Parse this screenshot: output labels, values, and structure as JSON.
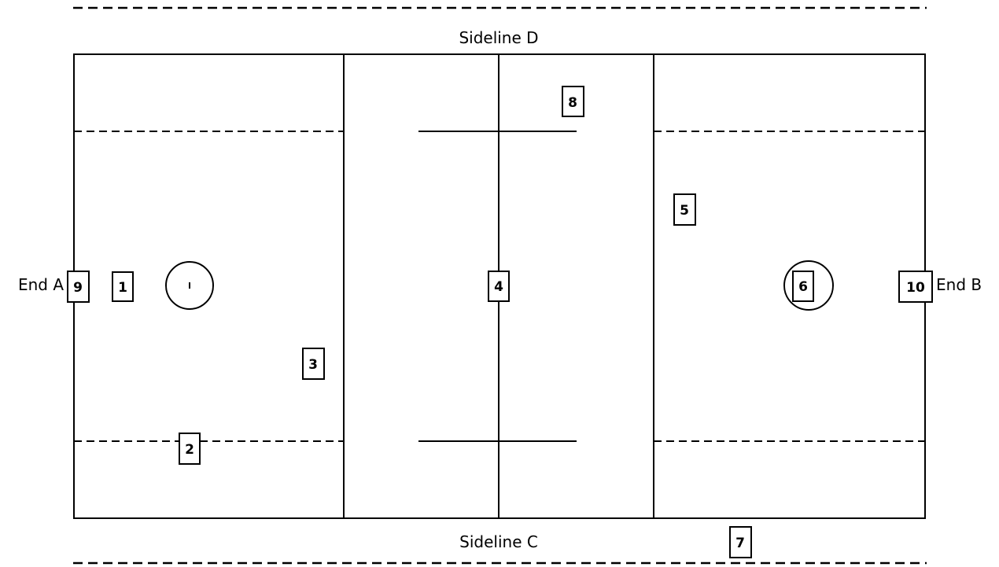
{
  "colors": {
    "line": "#000000",
    "background": "#ffffff"
  },
  "labels": {
    "sideline_top": "Sideline D",
    "sideline_bottom": "Sideline C",
    "end_left": "End A",
    "end_right": "End B"
  },
  "positions": {
    "p1": "1",
    "p2": "2",
    "p3": "3",
    "p4": "4",
    "p5": "5",
    "p6": "6",
    "p7": "7",
    "p8": "8",
    "p9": "9",
    "p10": "10"
  }
}
